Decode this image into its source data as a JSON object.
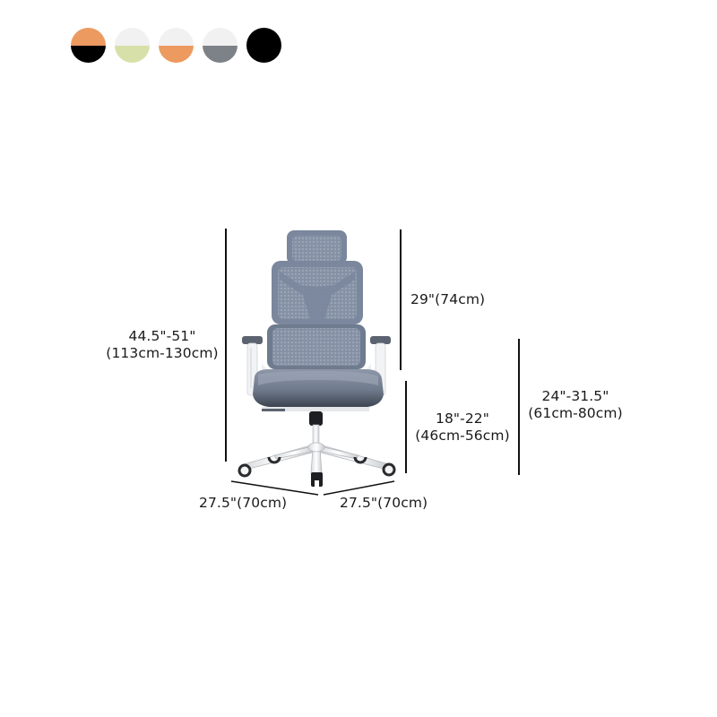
{
  "color_options": [
    {
      "name": "orange-black",
      "top": "#ec9a60",
      "bottom": "#000000"
    },
    {
      "name": "white-green",
      "top": "#f1f1f1",
      "bottom": "#d6e0a8"
    },
    {
      "name": "white-orange",
      "top": "#f1f1f1",
      "bottom": "#ec9a60"
    },
    {
      "name": "white-grey",
      "top": "#f1f1f1",
      "bottom": "#7d8188"
    },
    {
      "name": "black",
      "top": "#000000",
      "bottom": "#000000"
    }
  ],
  "product": {
    "name": "ergonomic-mesh-office-chair",
    "mesh_color": "#7d8ba0",
    "frame_color": "#f2f2f2"
  },
  "dimensions": {
    "total_height": {
      "line1": "44.5\"-51\"",
      "line2": "(113cm-130cm)"
    },
    "backrest_height": {
      "line1": "29\"(74cm)"
    },
    "seat_height": {
      "line1": "18\"-22\"",
      "line2": "(46cm-56cm)"
    },
    "armrest_height": {
      "line1": "24\"-31.5\"",
      "line2": "(61cm-80cm)"
    },
    "base_width": {
      "line1": "27.5\"(70cm)"
    },
    "base_depth": {
      "line1": "27.5\"(70cm)"
    }
  }
}
